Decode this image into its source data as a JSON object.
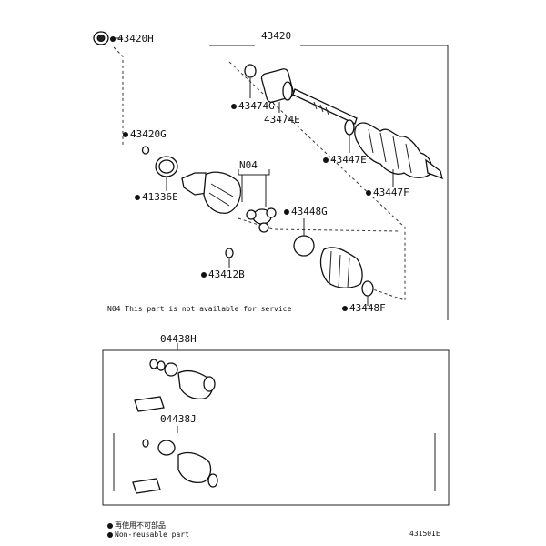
{
  "parts": {
    "assembly": "43420",
    "hub_nut": "43420H",
    "clip_g": "43420G",
    "seal_e": "41336E",
    "spider": "N04",
    "snap_ring_b": "43412B",
    "ring_474g": "43474G",
    "damper_474e": "43474E",
    "clamp_447e": "43447E",
    "boot_447f": "43447F",
    "clamp_448g": "43448G",
    "clamp_448f": "43448F",
    "kit_h": "04438H",
    "kit_j": "04438J"
  },
  "notes": {
    "n04": "N04 This part is not available for service",
    "legend_1": "再使用不可部品",
    "legend_2": "Non-reusable part",
    "fig_code": "43150IE"
  },
  "colors": {
    "line": "#222222",
    "background": "#ffffff"
  }
}
